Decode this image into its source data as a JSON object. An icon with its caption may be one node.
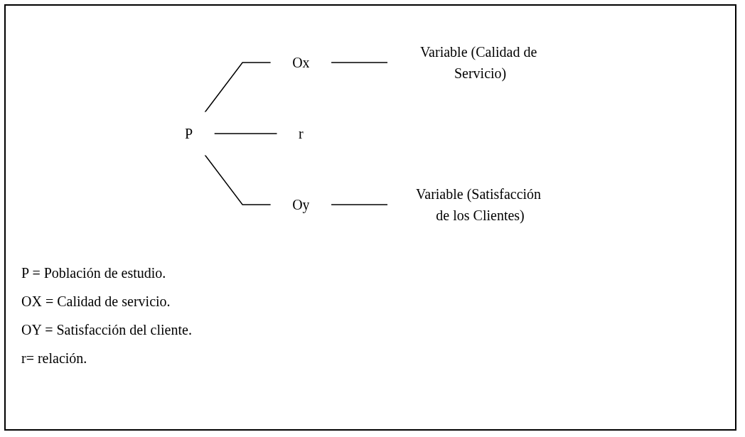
{
  "diagram": {
    "nodes": [
      {
        "text": [
          "P"
        ]
      },
      {
        "text": [
          "Ox"
        ]
      },
      {
        "text": [
          "Variable (Calidad de Servicio)"
        ]
      },
      {
        "text": [
          "r"
        ]
      },
      {
        "text": [
          "Oy"
        ]
      },
      {
        "text": [
          "Variable (Satisfacción de los Clientes)"
        ]
      }
    ],
    "edges": [
      {
        "from": 0,
        "to": 1,
        "arrow": "none"
      },
      {
        "from": 0,
        "to": 3,
        "arrow": "none"
      },
      {
        "from": 0,
        "to": 4,
        "arrow": "none"
      },
      {
        "from": 1,
        "to": 2,
        "arrow": "none"
      },
      {
        "from": 4,
        "to": 5,
        "arrow": "none"
      }
    ],
    "labels": [
      "P = Población de estudio.",
      "OX = Calidad de servicio.",
      "OY = Satisfacción del cliente.",
      "r= relación."
    ]
  }
}
